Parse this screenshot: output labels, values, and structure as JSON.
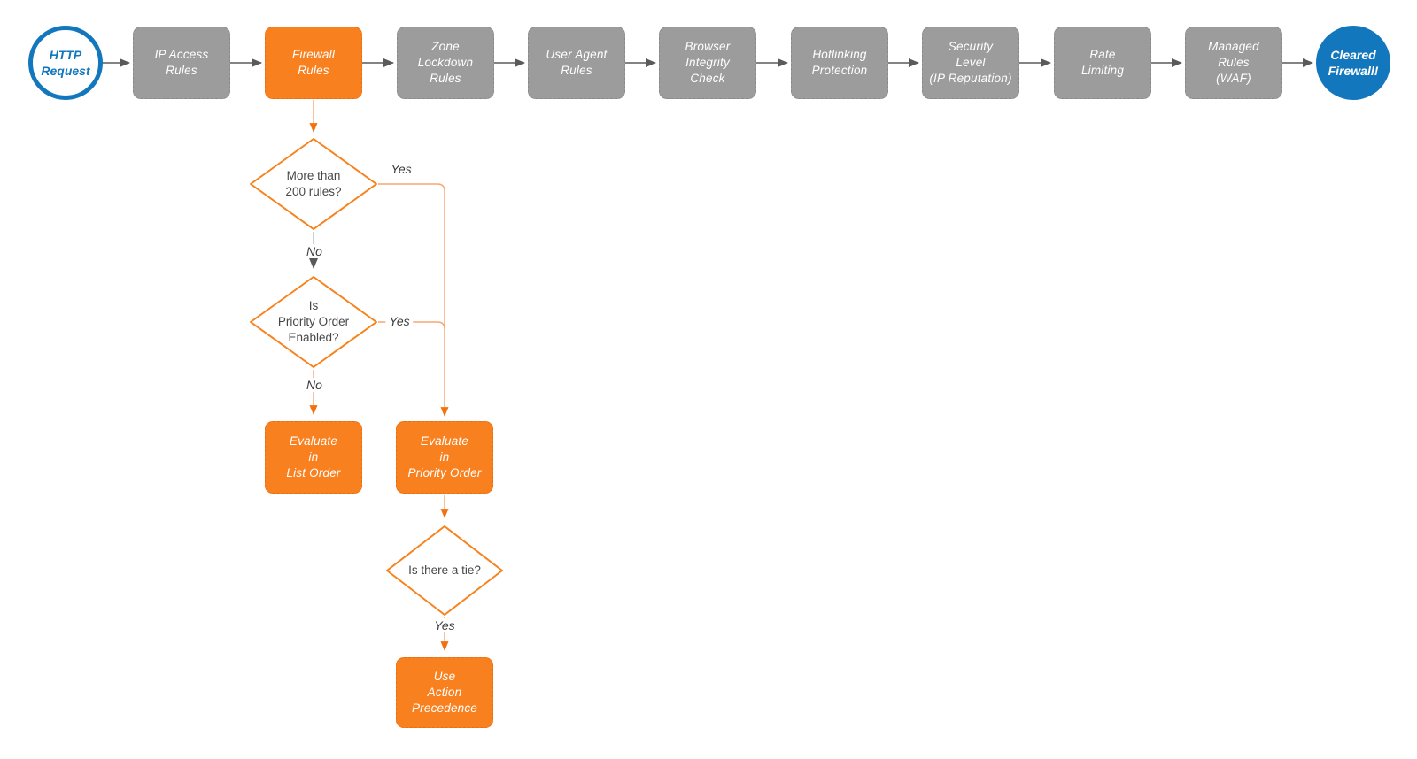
{
  "colors": {
    "accent_orange": "#f8801f",
    "connector_orange": "#f9a671",
    "arrowhead_orange": "#f2700f",
    "step_gray": "#9c9c9c",
    "arrow_gray": "#5a5a5a",
    "brand_blue": "#1377bd"
  },
  "flow": {
    "start": {
      "label": "HTTP\nRequest"
    },
    "steps": [
      {
        "label": "IP Access\nRules"
      },
      {
        "label": "Firewall\nRules"
      },
      {
        "label": "Zone\nLockdown\nRules"
      },
      {
        "label": "User Agent\nRules"
      },
      {
        "label": "Browser\nIntegrity\nCheck"
      },
      {
        "label": "Hotlinking\nProtection"
      },
      {
        "label": "Security\nLevel\n(IP Reputation)"
      },
      {
        "label": "Rate\nLimiting"
      },
      {
        "label": "Managed\nRules\n(WAF)"
      }
    ],
    "end": {
      "label": "Cleared\nFirewall!"
    }
  },
  "firewall_branch": {
    "decision_1": {
      "label": "More than\n200 rules?",
      "yes_label": "Yes",
      "no_label": "No"
    },
    "decision_2": {
      "label": "Is\nPriority Order\nEnabled?",
      "yes_label": "Yes",
      "no_label": "No"
    },
    "decision_3": {
      "label": "Is there a tie?",
      "yes_label": "Yes"
    },
    "action_list_order": {
      "label": "Evaluate\nin\nList Order"
    },
    "action_priority_order": {
      "label": "Evaluate\nin\nPriority Order"
    },
    "action_precedence": {
      "label": "Use\nAction\nPrecedence"
    }
  }
}
